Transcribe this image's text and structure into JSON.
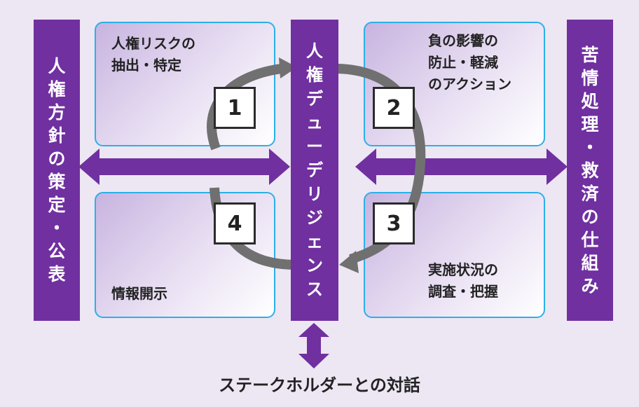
{
  "left_bar": {
    "chars": [
      "人",
      "権",
      "方",
      "針",
      "の",
      "策",
      "定",
      "・",
      "公",
      "表"
    ]
  },
  "center_bar": {
    "chars": [
      "人",
      "権",
      "デ",
      "ュ",
      "ー",
      "デ",
      "リ",
      "ジ",
      "ェ",
      "ン",
      "ス"
    ]
  },
  "right_bar": {
    "chars": [
      "苦",
      "情",
      "処",
      "理",
      "・",
      "救",
      "済",
      "の",
      "仕",
      "組",
      "み"
    ]
  },
  "boxes": {
    "top_left": {
      "lines": [
        "人権リスクの",
        "抽出・特定"
      ],
      "number": "1"
    },
    "top_right": {
      "lines": [
        "負の影響の",
        "防止・軽減",
        "のアクション"
      ],
      "number": "2"
    },
    "bottom_right": {
      "lines": [
        "実施状況の",
        "調査・把握"
      ],
      "number": "3"
    },
    "bottom_left": {
      "lines": [
        "情報開示"
      ],
      "number": "4"
    }
  },
  "footer": {
    "label": "ステークホルダーとの対話"
  },
  "colors": {
    "bar": "#7030a0",
    "box_border": "#2bb0e8",
    "cycle_arrow": "#707070",
    "background": "#ede6f3"
  }
}
